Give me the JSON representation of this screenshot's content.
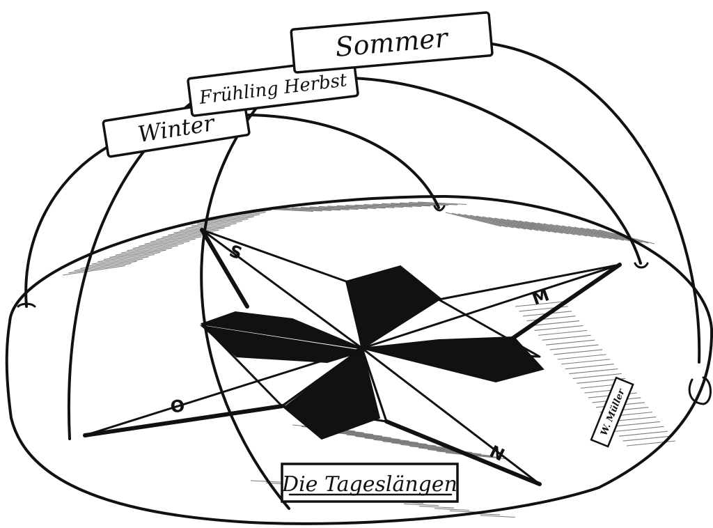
{
  "labels": {
    "summer": "Sommer",
    "equinox": "Frühling Herbst",
    "winter": "Winter",
    "caption": "Die Tageslängen",
    "signature": "W. Müller"
  },
  "directions": {
    "south": "S",
    "east": "O",
    "north": "N",
    "west": "M"
  },
  "colors": {
    "ink": "#111111",
    "paper": "#ffffff"
  }
}
